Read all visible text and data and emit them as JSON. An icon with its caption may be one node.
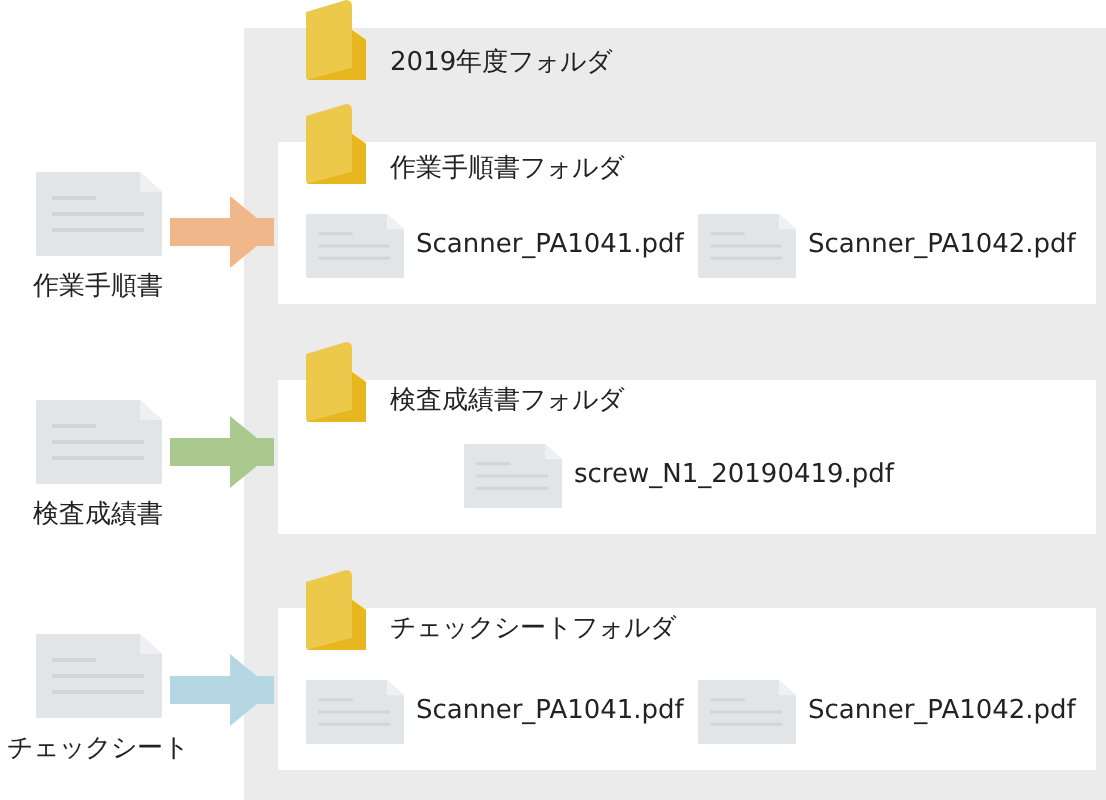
{
  "diagram": {
    "nodes": [
      {
        "text": [
          "2019年度フォルダ"
        ]
      },
      {
        "text": [
          "作業手順書フォルダ"
        ],
        "in": 0
      },
      {
        "text": [
          "Scanner_PA1041.pdf"
        ],
        "in": 1
      },
      {
        "text": [
          "Scanner_PA1042.pdf"
        ],
        "in": 1
      },
      {
        "text": [
          "検査成績書フォルダ"
        ],
        "in": 0
      },
      {
        "text": [
          "screw_N1_20190419.pdf"
        ],
        "in": 4
      },
      {
        "text": [
          "チェックシートフォルダ"
        ],
        "in": 0
      },
      {
        "text": [
          "Scanner_PA1041.pdf"
        ],
        "in": 6
      },
      {
        "text": [
          "Scanner_PA1042.pdf"
        ],
        "in": 6
      },
      {
        "text": [
          "作業手順書"
        ]
      },
      {
        "text": [
          "検査成績書"
        ]
      },
      {
        "text": [
          "チェックシート"
        ]
      }
    ],
    "edges": [
      {
        "from": 9,
        "to": 1,
        "arrow": "to",
        "color": "#f0b88a"
      },
      {
        "from": 10,
        "to": 4,
        "arrow": "to",
        "color": "#a9c98f"
      },
      {
        "from": 11,
        "to": 6,
        "arrow": "to",
        "color": "#b5d7e3"
      }
    ]
  }
}
